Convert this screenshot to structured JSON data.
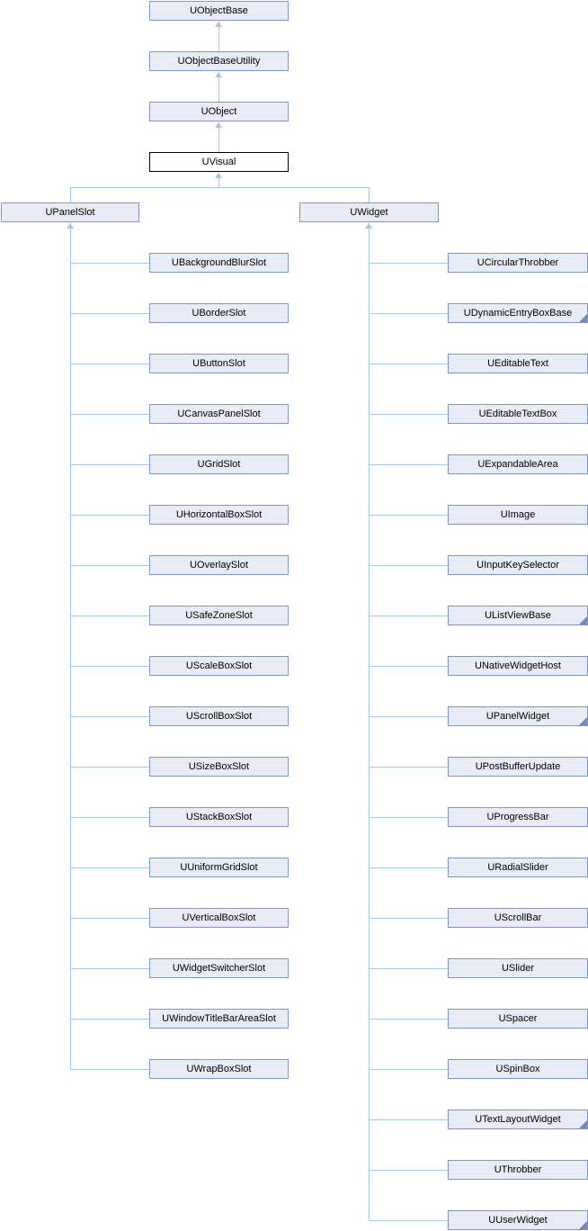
{
  "colors": {
    "node_fill": "#e8ecf6",
    "node_border": "#8696c4",
    "edge_line": "#a3c9e8",
    "fold_marker": "#7487b8",
    "highlight_fill": "#ffffff",
    "highlight_border": "#000000",
    "text": "#000000"
  },
  "chain": {
    "items": [
      {
        "label": "UObjectBase",
        "highlighted": false
      },
      {
        "label": "UObjectBaseUtility",
        "highlighted": false
      },
      {
        "label": "UObject",
        "highlighted": false
      },
      {
        "label": "UVisual",
        "highlighted": true
      }
    ]
  },
  "branches": [
    {
      "parent_label": "UPanelSlot",
      "children": [
        {
          "label": "UBackgroundBlurSlot",
          "has_subclasses": false
        },
        {
          "label": "UBorderSlot",
          "has_subclasses": false
        },
        {
          "label": "UButtonSlot",
          "has_subclasses": false
        },
        {
          "label": "UCanvasPanelSlot",
          "has_subclasses": false
        },
        {
          "label": "UGridSlot",
          "has_subclasses": false
        },
        {
          "label": "UHorizontalBoxSlot",
          "has_subclasses": false
        },
        {
          "label": "UOverlaySlot",
          "has_subclasses": false
        },
        {
          "label": "USafeZoneSlot",
          "has_subclasses": false
        },
        {
          "label": "UScaleBoxSlot",
          "has_subclasses": false
        },
        {
          "label": "UScrollBoxSlot",
          "has_subclasses": false
        },
        {
          "label": "USizeBoxSlot",
          "has_subclasses": false
        },
        {
          "label": "UStackBoxSlot",
          "has_subclasses": false
        },
        {
          "label": "UUniformGridSlot",
          "has_subclasses": false
        },
        {
          "label": "UVerticalBoxSlot",
          "has_subclasses": false
        },
        {
          "label": "UWidgetSwitcherSlot",
          "has_subclasses": false
        },
        {
          "label": "UWindowTitleBarAreaSlot",
          "has_subclasses": false
        },
        {
          "label": "UWrapBoxSlot",
          "has_subclasses": false
        }
      ]
    },
    {
      "parent_label": "UWidget",
      "children": [
        {
          "label": "UCircularThrobber",
          "has_subclasses": false
        },
        {
          "label": "UDynamicEntryBoxBase",
          "has_subclasses": true
        },
        {
          "label": "UEditableText",
          "has_subclasses": false
        },
        {
          "label": "UEditableTextBox",
          "has_subclasses": false
        },
        {
          "label": "UExpandableArea",
          "has_subclasses": false
        },
        {
          "label": "UImage",
          "has_subclasses": false
        },
        {
          "label": "UInputKeySelector",
          "has_subclasses": false
        },
        {
          "label": "UListViewBase",
          "has_subclasses": true
        },
        {
          "label": "UNativeWidgetHost",
          "has_subclasses": false
        },
        {
          "label": "UPanelWidget",
          "has_subclasses": true
        },
        {
          "label": "UPostBufferUpdate",
          "has_subclasses": false
        },
        {
          "label": "UProgressBar",
          "has_subclasses": false
        },
        {
          "label": "URadialSlider",
          "has_subclasses": false
        },
        {
          "label": "UScrollBar",
          "has_subclasses": false
        },
        {
          "label": "USlider",
          "has_subclasses": false
        },
        {
          "label": "USpacer",
          "has_subclasses": false
        },
        {
          "label": "USpinBox",
          "has_subclasses": false
        },
        {
          "label": "UTextLayoutWidget",
          "has_subclasses": true
        },
        {
          "label": "UThrobber",
          "has_subclasses": false
        },
        {
          "label": "UUserWidget",
          "has_subclasses": true
        }
      ]
    }
  ]
}
